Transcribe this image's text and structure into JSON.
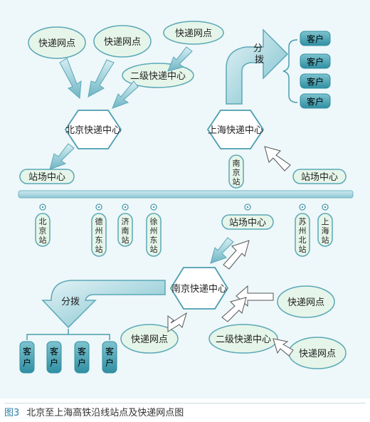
{
  "figure_label": "图3",
  "caption": "北京至上海高铁沿线站点及快递网点图",
  "hubs": {
    "beijing": "北京快递中心",
    "shanghai": "上海快递中心",
    "nanjing": "南京快递中心"
  },
  "outlets": {
    "bj_1": "快递网点",
    "bj_2": "快递网点",
    "bj_3": "快递网点",
    "nj_1": "快递网点",
    "nj_2": "快递网点",
    "nj_3": "快递网点"
  },
  "secondary": {
    "bj": "二级快递中心",
    "nj": "二级快递中心"
  },
  "stations_box": {
    "left": "站场中心",
    "right": "站场中心",
    "nanjing": "站场中心"
  },
  "nanjing_station": [
    "南",
    "京",
    "站"
  ],
  "rail_stations": [
    [
      "北",
      "京",
      "站"
    ],
    [
      "德",
      "州",
      "东",
      "站"
    ],
    [
      "济",
      "南",
      "站"
    ],
    [
      "徐",
      "州",
      "东",
      "站"
    ],
    [
      "苏",
      "州",
      "北",
      "站"
    ],
    [
      "上",
      "海",
      "站"
    ]
  ],
  "distribute_label": [
    "分",
    "拨"
  ],
  "distribute_label_bottom": "分拨",
  "customers_right": [
    "客户",
    "客户",
    "客户",
    "客户"
  ],
  "customers_bottom": [
    [
      "客",
      "户"
    ],
    [
      "客",
      "户"
    ],
    [
      "客",
      "户"
    ],
    [
      "客",
      "户"
    ]
  ]
}
